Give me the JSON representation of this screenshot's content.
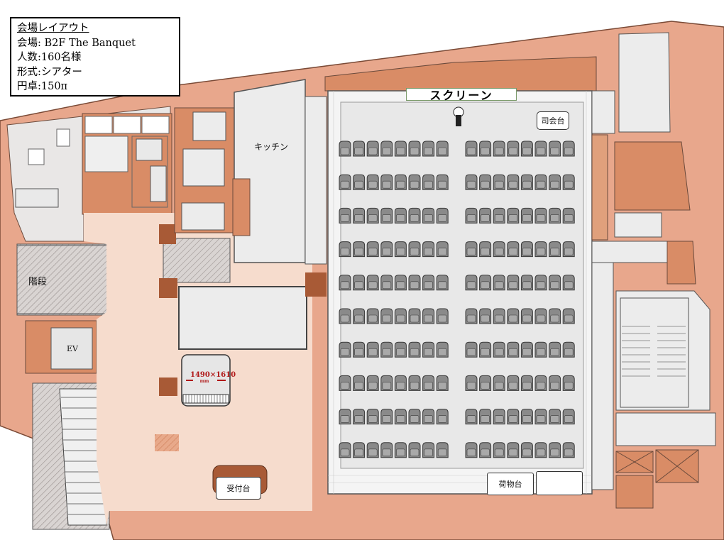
{
  "info_box": {
    "heading": "会場レイアウト",
    "venue": "会場: B2F The Banquet",
    "capacity": "人数:160名様",
    "style": "形式:シアター",
    "round_tables": "円卓:150π"
  },
  "rooms": {
    "kitchen": "キッチン",
    "stairs": "階段",
    "elevator": "EV"
  },
  "hall": {
    "screen": "スクリーン",
    "mc_stand": "司会台",
    "luggage_table": "荷物台",
    "seating": {
      "rows": 10,
      "left_block_seats_per_row": 8,
      "right_block_seats_per_row": 8,
      "total_seats": 160
    }
  },
  "lobby": {
    "reception": "受付台",
    "piano_size": "1490×1610",
    "piano_unit": "mm"
  },
  "colors": {
    "outer_wall": "#e5a88f",
    "room_fill": "#d78a63",
    "dark_block": "#a85a36",
    "lobby_floor": "#f6dccd",
    "hall_floor": "#e9e9e9",
    "chair": "#8a8a8a"
  }
}
